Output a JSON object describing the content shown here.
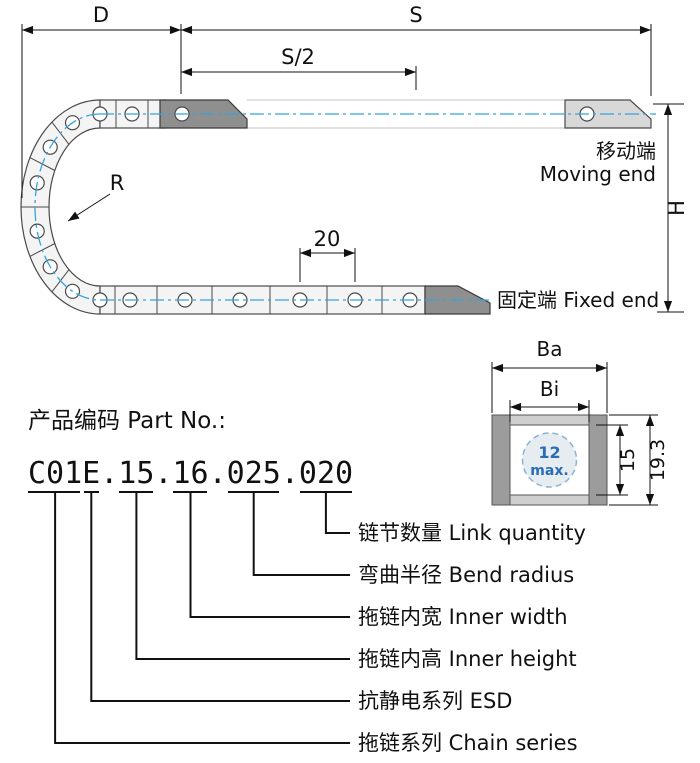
{
  "diagram": {
    "dim_d": "D",
    "dim_s": "S",
    "dim_s_half": "S/2",
    "dim_r": "R",
    "dim_h": "H",
    "dim_pitch": "20",
    "moving_end_cn": "移动端",
    "moving_end_en": "Moving end",
    "fixed_end": "固定端 Fixed end"
  },
  "cross_section": {
    "dim_outer_width": "Ba",
    "dim_inner_width": "Bi",
    "dim_inner_height": "15",
    "dim_outer_height": "19.3",
    "max_cable_diameter": "12",
    "max_cable_suffix": "max."
  },
  "part_number": {
    "heading": "产品编码 Part No.:",
    "code": "C01E.15.16.025.020",
    "breakdown": [
      {
        "code_segment": "020",
        "label": "链节数量 Link quantity"
      },
      {
        "code_segment": "025",
        "label": "弯曲半径 Bend radius"
      },
      {
        "code_segment": "16",
        "label": "拖链内宽 Inner width"
      },
      {
        "code_segment": "15",
        "label": "拖链内高 Inner height"
      },
      {
        "code_segment": "E",
        "label": "抗静电系列 ESD"
      },
      {
        "code_segment": "C01",
        "label": "拖链系列 Chain series"
      }
    ]
  },
  "colors": {
    "centerline_blue": "#35a3dc",
    "bracket_dark": "#8f8f8f",
    "bracket_light": "#d8d8d8",
    "line": "#111111",
    "cable_text_blue": "#2a6db5"
  }
}
